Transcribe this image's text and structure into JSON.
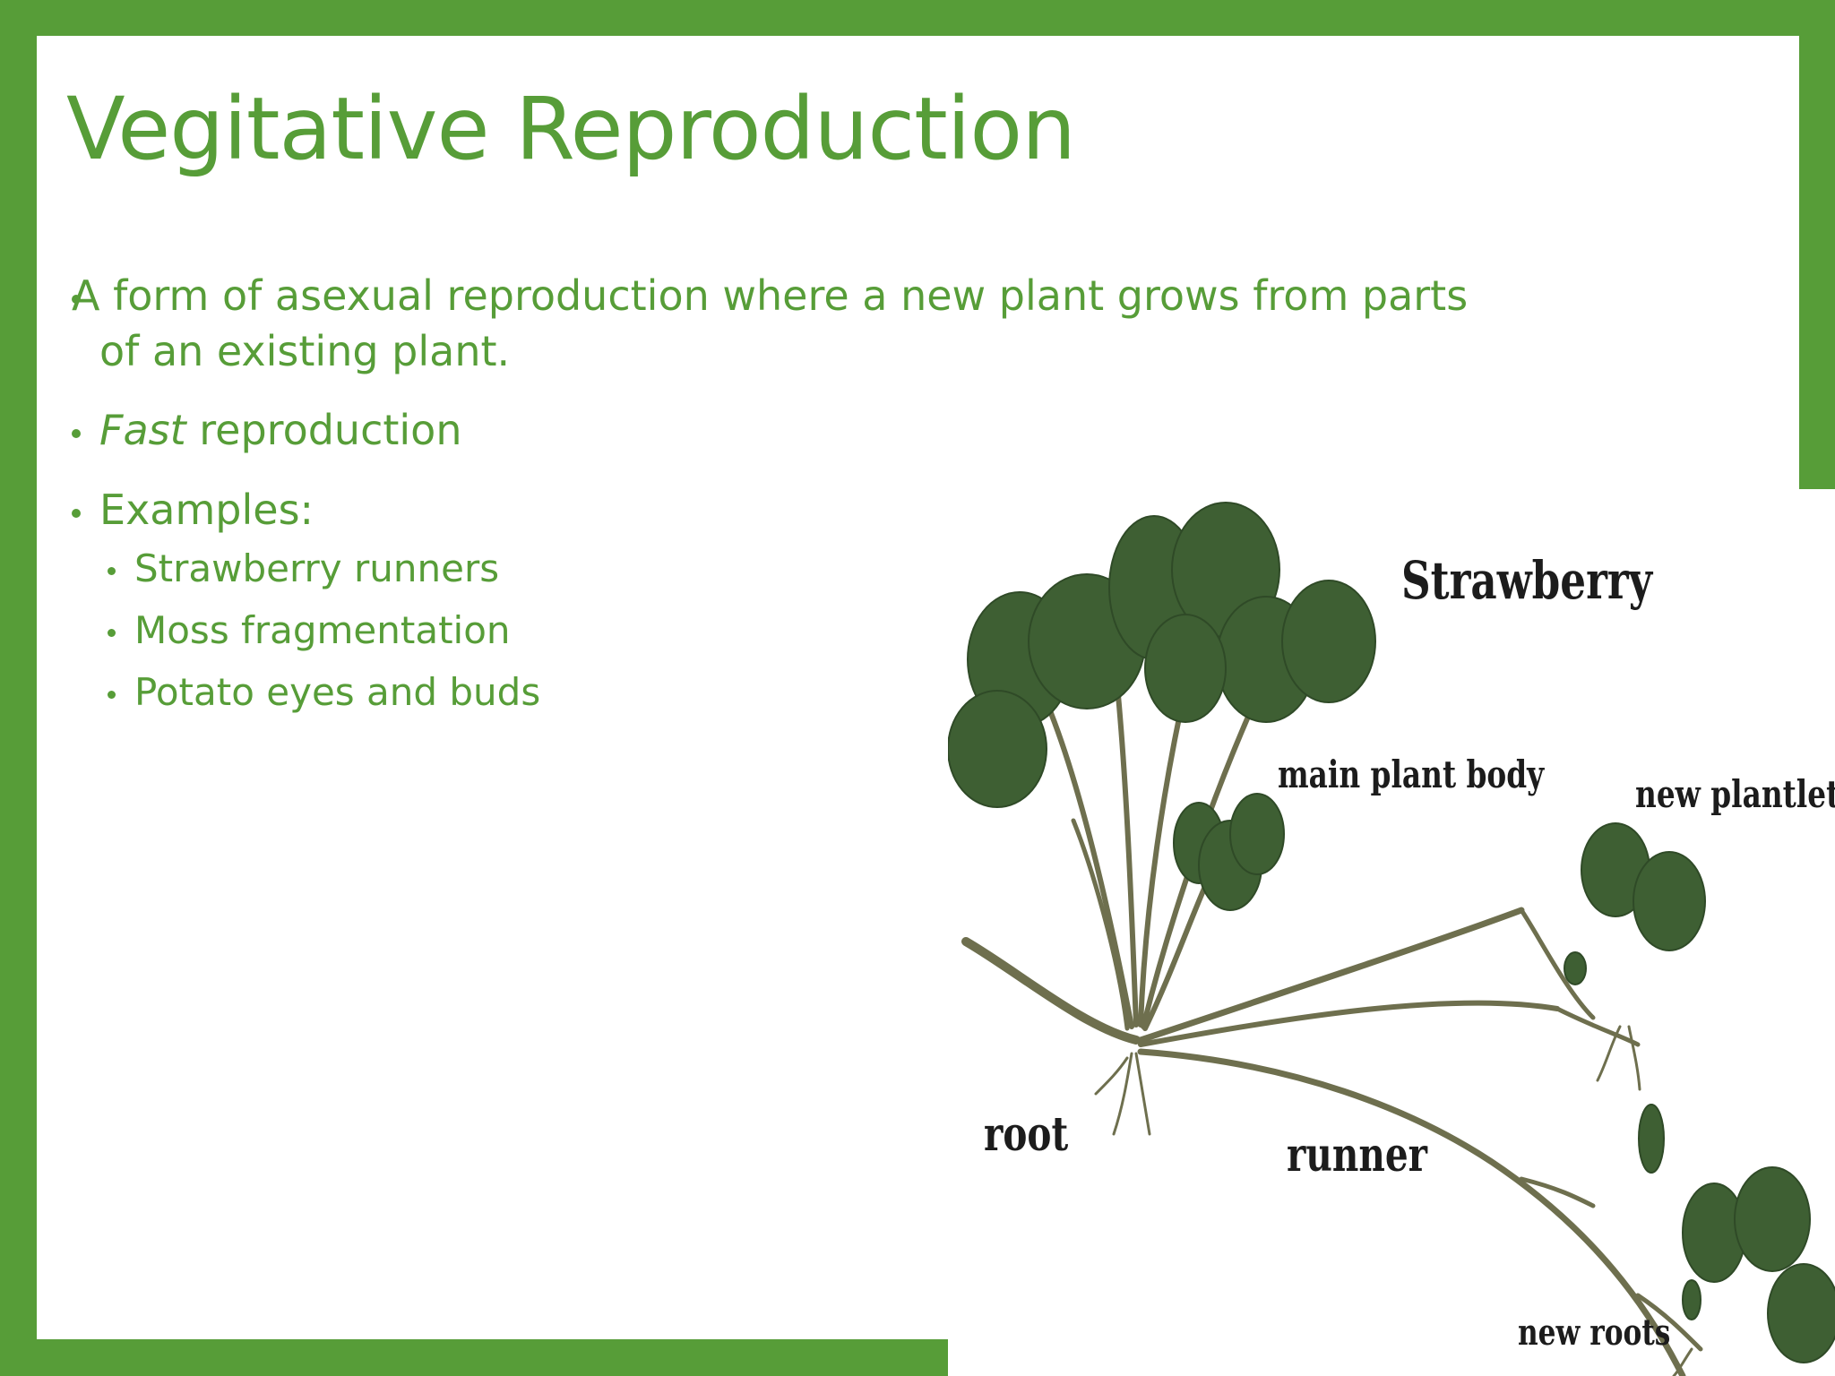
{
  "slide": {
    "title": "Vegitative Reproduction",
    "bullets": [
      {
        "line1": "A form of asexual reproduction where a new plant grows from parts",
        "line2": "of an existing plant."
      },
      {
        "emphasis": "Fast",
        "rest": " reproduction"
      },
      {
        "text": "Examples:"
      }
    ],
    "examples": [
      "Strawberry runners",
      "Moss fragmentation",
      "Potato eyes and buds"
    ]
  },
  "figure": {
    "title": "Strawberry",
    "labels": {
      "main_plant_body": "main plant body",
      "new_plantlet": "new plantlet",
      "root": "root",
      "runner": "runner",
      "new_roots": "new roots"
    }
  },
  "colors": {
    "accent": "#579D38",
    "leaf": "#3E5F33",
    "stem": "#6E6F4E"
  }
}
